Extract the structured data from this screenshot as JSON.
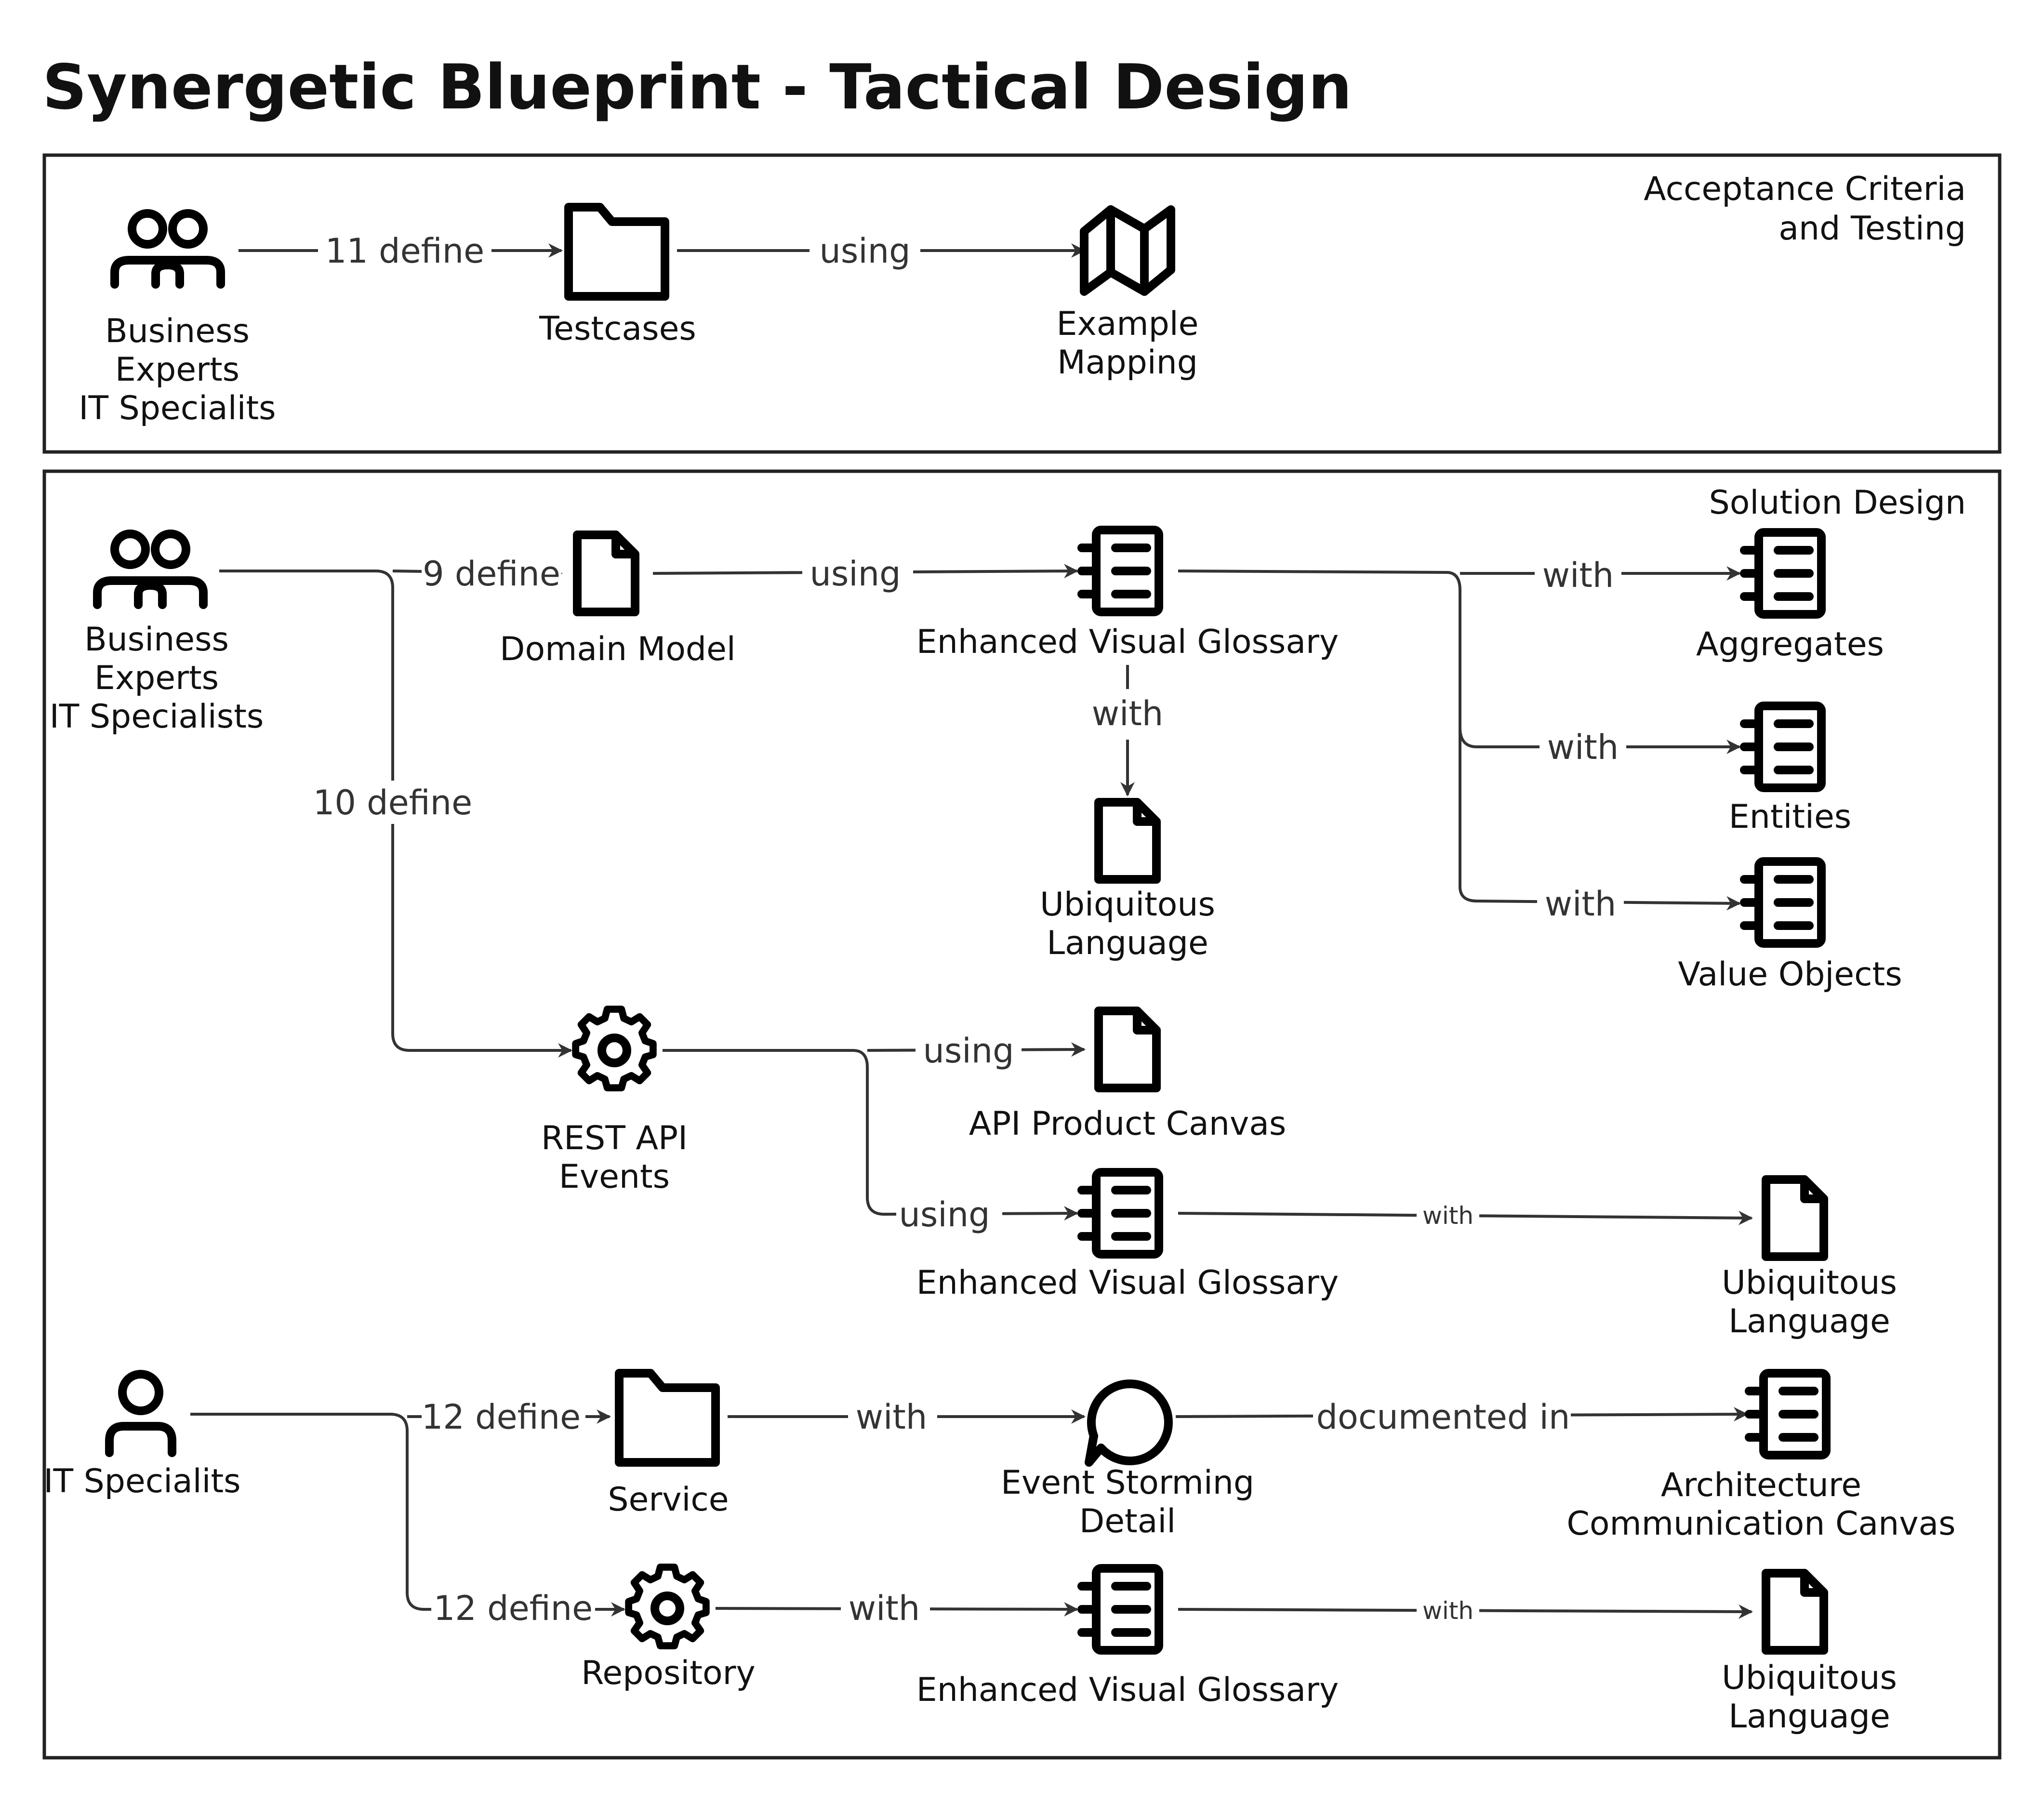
{
  "title": "Synergetic Blueprint - Tactical Design",
  "sections": {
    "acceptance": "Acceptance Criteria and Testing",
    "solution": "Solution Design"
  },
  "nodes": {
    "acc_actor": {
      "icon": "people-icon",
      "lines": [
        "Business",
        "Experts",
        "IT Specialits"
      ]
    },
    "testcases": {
      "icon": "folder-icon",
      "label": "Testcases"
    },
    "example_mapping": {
      "icon": "map-icon",
      "lines": [
        "Example",
        "Mapping"
      ]
    },
    "sol_actor": {
      "icon": "people-icon",
      "lines": [
        "Business",
        "Experts",
        "IT Specialists"
      ]
    },
    "domain_model": {
      "icon": "file-icon",
      "label": "Domain Model"
    },
    "evg1": {
      "icon": "notebook-icon",
      "label": "Enhanced Visual Glossary"
    },
    "ubiquitous1": {
      "icon": "file-icon",
      "lines": [
        "Ubiquitous",
        "Language"
      ]
    },
    "aggregates": {
      "icon": "notebook-icon",
      "label": "Aggregates"
    },
    "entities": {
      "icon": "notebook-icon",
      "label": "Entities"
    },
    "value_objects": {
      "icon": "notebook-icon",
      "label": "Value Objects"
    },
    "rest_api": {
      "icon": "gear-icon",
      "lines": [
        "REST API",
        "Events"
      ]
    },
    "api_canvas": {
      "icon": "file-icon",
      "label": "API Product Canvas"
    },
    "evg2": {
      "icon": "notebook-icon",
      "label": "Enhanced Visual Glossary"
    },
    "ubiquitous2": {
      "icon": "file-icon",
      "lines": [
        "Ubiquitous",
        "Language"
      ]
    },
    "it_actor": {
      "icon": "person-icon",
      "label": "IT Specialits"
    },
    "service": {
      "icon": "folder-icon",
      "label": "Service"
    },
    "event_storming": {
      "icon": "speech-bubble-icon",
      "lines": [
        "Event Storming",
        "Detail"
      ]
    },
    "arch_canvas": {
      "icon": "notebook-icon",
      "lines": [
        "Architecture",
        "Communication Canvas"
      ]
    },
    "repository": {
      "icon": "gear-icon",
      "label": "Repository"
    },
    "evg3": {
      "icon": "notebook-icon",
      "label": "Enhanced Visual Glossary"
    },
    "ubiquitous3": {
      "icon": "file-icon",
      "lines": [
        "Ubiquitous",
        "Language"
      ]
    }
  },
  "edges": [
    {
      "from": "acc_actor",
      "to": "testcases",
      "label": "11 define"
    },
    {
      "from": "testcases",
      "to": "example_mapping",
      "label": "using"
    },
    {
      "from": "sol_actor",
      "to": "domain_model",
      "label": "9 define"
    },
    {
      "from": "sol_actor",
      "to": "rest_api",
      "label": "10 define"
    },
    {
      "from": "domain_model",
      "to": "evg1",
      "label": "using"
    },
    {
      "from": "evg1",
      "to": "aggregates",
      "label": "with"
    },
    {
      "from": "evg1",
      "to": "entities",
      "label": "with"
    },
    {
      "from": "evg1",
      "to": "value_objects",
      "label": "with"
    },
    {
      "from": "evg1",
      "to": "ubiquitous1",
      "label": "with"
    },
    {
      "from": "rest_api",
      "to": "api_canvas",
      "label": "using"
    },
    {
      "from": "rest_api",
      "to": "evg2",
      "label": "using"
    },
    {
      "from": "evg2",
      "to": "ubiquitous2",
      "label": "with"
    },
    {
      "from": "it_actor",
      "to": "service",
      "label": "12 define"
    },
    {
      "from": "it_actor",
      "to": "repository",
      "label": "12 define"
    },
    {
      "from": "service",
      "to": "event_storming",
      "label": "with"
    },
    {
      "from": "event_storming",
      "to": "arch_canvas",
      "label": "documented in"
    },
    {
      "from": "repository",
      "to": "evg3",
      "label": "with"
    },
    {
      "from": "evg3",
      "to": "ubiquitous3",
      "label": "with"
    }
  ]
}
